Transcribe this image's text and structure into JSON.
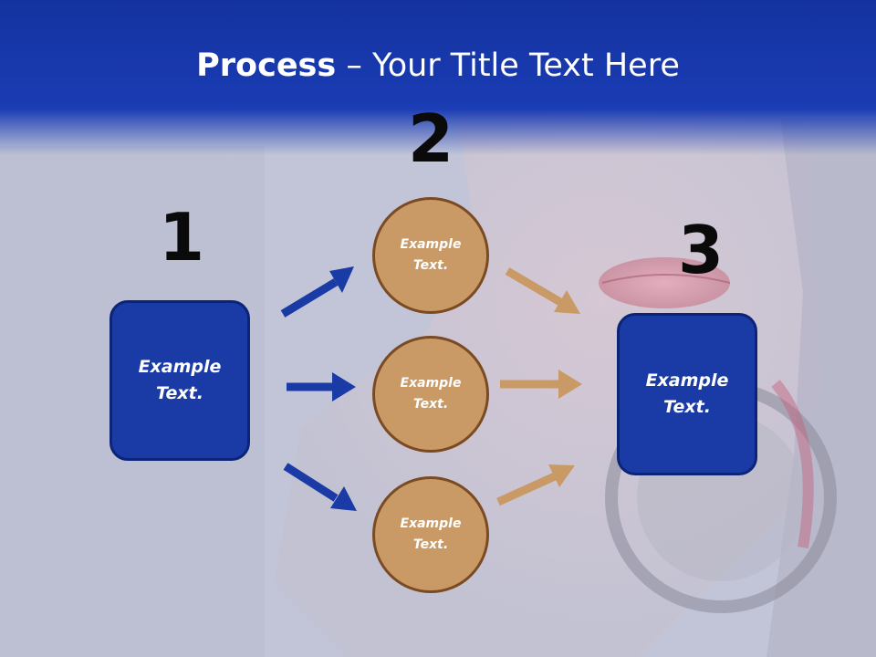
{
  "title": {
    "bold": "Process",
    "rest": " – Your Title Text Here"
  },
  "steps": [
    {
      "number": "1",
      "text": "Example Text."
    },
    {
      "number": "2",
      "items": [
        "Example Text.",
        "Example Text.",
        "Example Text."
      ]
    },
    {
      "number": "3",
      "text": "Example Text."
    }
  ],
  "colors": {
    "header": "#1a3cb4",
    "box_fill": "#1a3aa6",
    "circle_fill": "#c99a66",
    "blue_arrow": "#1a3aa6",
    "tan_arrow": "#c99a66"
  }
}
